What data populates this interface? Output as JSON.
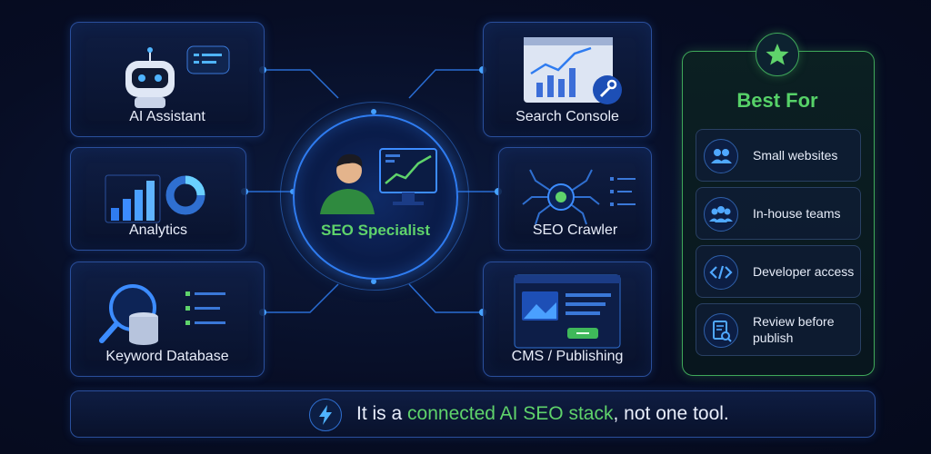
{
  "cards": {
    "ai_assistant": "AI Assistant",
    "analytics": "Analytics",
    "keyword_database": "Keyword Database",
    "search_console": "Search Console",
    "seo_crawler": "SEO Crawler",
    "cms_publishing": "CMS / Publishing"
  },
  "hub": {
    "label": "SEO Specialist"
  },
  "best_for": {
    "title": "Best For",
    "items": [
      {
        "label": "Small websites",
        "icon": "users-icon"
      },
      {
        "label": "In-house teams",
        "icon": "team-icon"
      },
      {
        "label": "Developer access",
        "icon": "code-icon"
      },
      {
        "label": "Review before publish",
        "icon": "document-search-icon"
      }
    ]
  },
  "footer": {
    "prefix": "It is a ",
    "highlight": "connected AI SEO stack",
    "suffix": ", not one tool."
  },
  "colors": {
    "accent_blue": "#2f7cf0",
    "accent_green": "#5fd36b",
    "background": "#070d24"
  }
}
